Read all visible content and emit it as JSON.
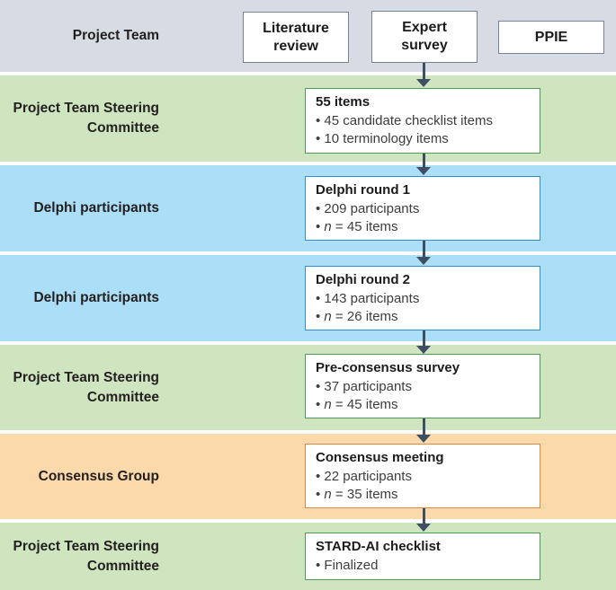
{
  "colors": {
    "band_gray": "#d7dbe3",
    "band_green": "#cee5c0",
    "band_blue": "#abdff7",
    "band_orange": "#fcd9ab",
    "border_slate": "#75849b",
    "border_green": "#4e9b55",
    "border_blue": "#2f90d3",
    "border_orange": "#dc8a41",
    "arrow": "#3e4f64"
  },
  "rows": [
    {
      "label": "Project Team",
      "theme": "gray",
      "boxes": [
        "Literature review",
        "Expert survey",
        "PPIE"
      ]
    },
    {
      "label": "Project Team Steering Committee",
      "theme": "green",
      "box": {
        "title": "55 items",
        "bullets": [
          "• 45 candidate checklist items",
          "• 10 terminology items"
        ]
      }
    },
    {
      "label": "Delphi participants",
      "theme": "blue",
      "box": {
        "title": "Delphi round 1",
        "bullets": [
          "• 209 participants",
          "• *n* = 45 items"
        ]
      }
    },
    {
      "label": "Delphi participants",
      "theme": "blue",
      "box": {
        "title": "Delphi round 2",
        "bullets": [
          "• 143 participants",
          "• *n* = 26 items"
        ]
      }
    },
    {
      "label": "Project Team Steering Committee",
      "theme": "green",
      "box": {
        "title": "Pre-consensus survey",
        "bullets": [
          "• 37 participants",
          "• *n* = 45 items"
        ]
      }
    },
    {
      "label": "Consensus Group",
      "theme": "orange",
      "box": {
        "title": "Consensus meeting",
        "bullets": [
          "• 22 participants",
          "• *n* = 35 items"
        ]
      }
    },
    {
      "label": "Project Team Steering Committee",
      "theme": "green",
      "box": {
        "title": "STARD-AI checklist",
        "bullets": [
          "• Finalized"
        ]
      }
    }
  ]
}
